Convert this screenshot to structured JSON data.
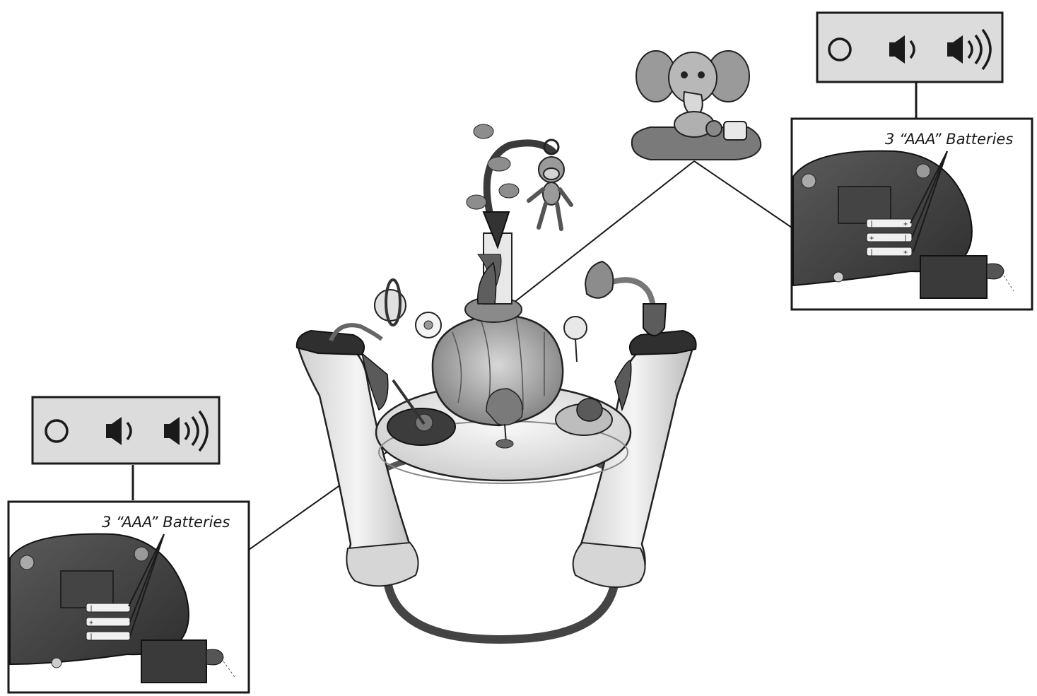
{
  "callouts": [
    {
      "id": "left",
      "battery_label": "3 “AAA” Batteries",
      "volume_switch": [
        "off-icon",
        "volume-low-icon",
        "volume-high-icon"
      ],
      "battery_count": 3
    },
    {
      "id": "right",
      "battery_label": "3 “AAA” Batteries",
      "volume_switch": [
        "off-icon",
        "volume-low-icon",
        "volume-high-icon"
      ],
      "battery_count": 3
    }
  ],
  "colors": {
    "panel_fill": "#dcdcdc",
    "panel_stroke": "#1a1a1a",
    "toy_dark": "#3a3a3a",
    "toy_mid": "#8c8c8c",
    "toy_light": "#e4e4e4"
  }
}
